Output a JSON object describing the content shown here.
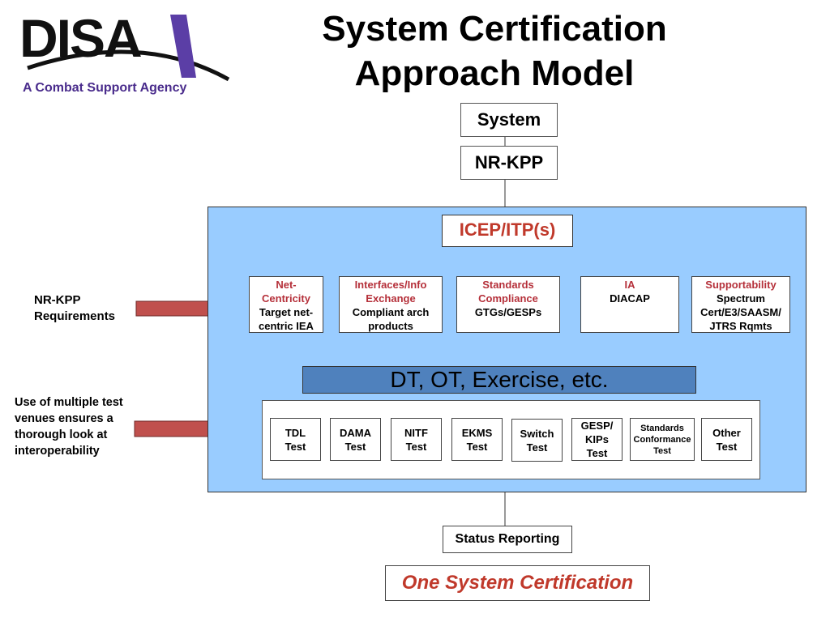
{
  "header": {
    "logo_text": "DISA",
    "tagline": "A Combat Support Agency",
    "title_line1": "System Certification",
    "title_line2": "Approach Model"
  },
  "flow": {
    "system": "System",
    "nr_kpp": "NR-KPP",
    "icep": "ICEP/ITP(s)"
  },
  "categories": [
    {
      "heading": "Net-Centricity",
      "heading_lines": [
        "Net-",
        "Centricity"
      ],
      "body_lines": [
        "Target net-",
        "centric IEA"
      ]
    },
    {
      "heading": "Interfaces/Info Exchange",
      "heading_lines": [
        "Interfaces/Info",
        "Exchange"
      ],
      "body_lines": [
        "Compliant arch",
        "products"
      ]
    },
    {
      "heading": "Standards Compliance",
      "heading_lines": [
        "Standards",
        "Compliance"
      ],
      "body_lines": [
        "GTGs/GESPs"
      ]
    },
    {
      "heading": "IA",
      "heading_lines": [
        "IA"
      ],
      "body_lines": [
        "DIACAP"
      ]
    },
    {
      "heading": "Supportability",
      "heading_lines": [
        "Supportability"
      ],
      "body_lines": [
        "Spectrum",
        "Cert/E3/SAASM/",
        "JTRS Rqmts"
      ]
    }
  ],
  "dt_bar": "DT, OT, Exercise, etc.",
  "tests": [
    {
      "lines": [
        "TDL",
        "Test"
      ]
    },
    {
      "lines": [
        "DAMA",
        "Test"
      ]
    },
    {
      "lines": [
        "NITF",
        "Test"
      ]
    },
    {
      "lines": [
        "EKMS",
        "Test"
      ]
    },
    {
      "lines": [
        "Switch",
        "Test"
      ]
    },
    {
      "lines": [
        "GESP/",
        "KIPs",
        "Test"
      ]
    },
    {
      "lines": [
        "Standards",
        "Conformance",
        "Test"
      ]
    },
    {
      "lines": [
        "Other",
        "Test"
      ]
    }
  ],
  "side_labels": {
    "nr_kpp_req": [
      "NR-KPP",
      "Requirements"
    ],
    "venues": [
      "Use of multiple test",
      "venues ensures a",
      "thorough look at",
      "interoperability"
    ]
  },
  "status_reporting": "Status Reporting",
  "one_system": "One System Certification",
  "colors": {
    "panel": "#99ccff",
    "bar": "#4f81bd",
    "accent_red": "#c0392b",
    "arrow": "#c0504d",
    "logo_purple": "#4a2c8c"
  }
}
